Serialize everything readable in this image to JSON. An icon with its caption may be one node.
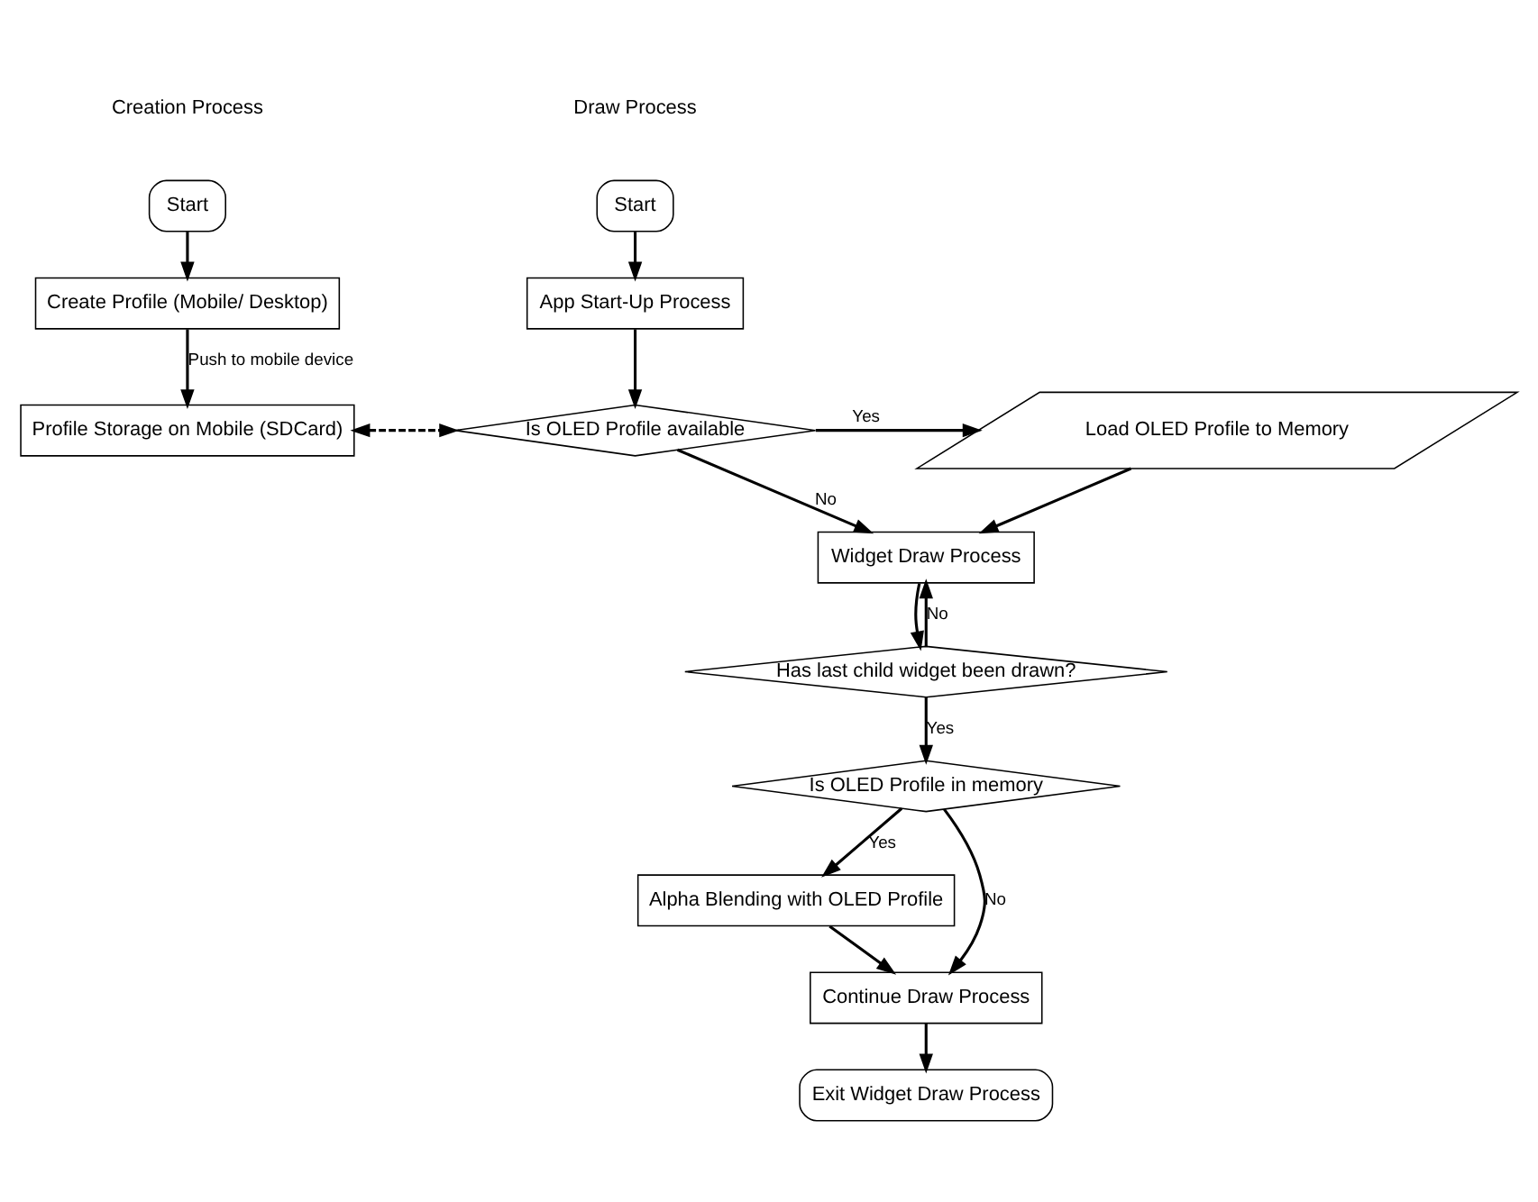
{
  "diagram": {
    "nodes": [
      {
        "text": [
          "Start"
        ]
      },
      {
        "text": [
          "Create Profile (Mobile/ Desktop)"
        ]
      },
      {
        "text": [
          "Profile Storage on Mobile (SDCard)"
        ]
      },
      {
        "text": [
          "Start"
        ]
      },
      {
        "text": [
          "App Start-Up Process"
        ]
      },
      {
        "text": [
          "Is OLED Profile available"
        ]
      },
      {
        "text": [
          "Load OLED Profile to Memory"
        ]
      },
      {
        "text": [
          "Widget Draw Process"
        ]
      },
      {
        "text": [
          "Has last child widget been drawn?"
        ]
      },
      {
        "text": [
          "Is OLED Profile in memory"
        ]
      },
      {
        "text": [
          "Alpha Blending with OLED Profile"
        ]
      },
      {
        "text": [
          "Continue Draw Process"
        ]
      },
      {
        "text": [
          "Exit Widget Draw Process"
        ]
      }
    ],
    "edges": [
      {
        "from": 0,
        "to": 1,
        "arrow": "to"
      },
      {
        "from": 1,
        "to": 2,
        "arrow": "to",
        "label": "Push to mobile device"
      },
      {
        "from": 2,
        "to": 5,
        "arrow": "both",
        "style": "dashed"
      },
      {
        "from": 3,
        "to": 4,
        "arrow": "to"
      },
      {
        "from": 4,
        "to": 5,
        "arrow": "to"
      },
      {
        "from": 5,
        "to": 6,
        "arrow": "to",
        "label": "Yes"
      },
      {
        "from": 5,
        "to": 7,
        "arrow": "to",
        "label": "No"
      },
      {
        "from": 6,
        "to": 7,
        "arrow": "to"
      },
      {
        "from": 8,
        "to": 7,
        "arrow": "to",
        "label": "No"
      },
      {
        "from": 7,
        "to": 8,
        "arrow": "to"
      },
      {
        "from": 8,
        "to": 9,
        "arrow": "to",
        "label": "Yes"
      },
      {
        "from": 9,
        "to": 10,
        "arrow": "to",
        "label": "Yes"
      },
      {
        "from": 9,
        "to": 11,
        "arrow": "to",
        "label": "No"
      },
      {
        "from": 10,
        "to": 11,
        "arrow": "to"
      },
      {
        "from": 11,
        "to": 12,
        "arrow": "to"
      }
    ],
    "labels": [
      "Creation Process",
      "Draw Process"
    ]
  }
}
